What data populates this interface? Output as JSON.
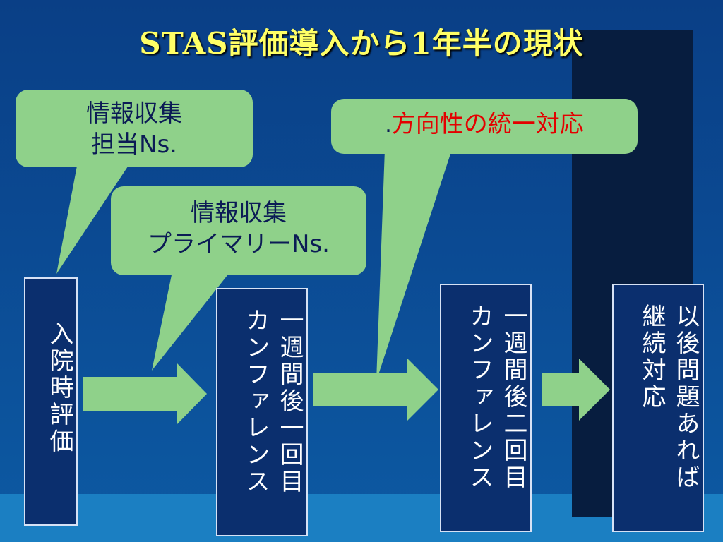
{
  "title": "STAS評価導入から1年半の現状",
  "bubbles": {
    "info_staff": {
      "line1": "情報収集",
      "line2": "担当Ns."
    },
    "info_primary": {
      "line1": "情報収集",
      "line2": "プライマリーNs."
    },
    "direction": {
      "dot": ".",
      "text": "方向性の統一対応"
    }
  },
  "stages": {
    "admission": {
      "text": "入院時評価"
    },
    "week1_conf": {
      "col1": "一週間後一回目",
      "col2": "カンファレンス"
    },
    "week2_conf": {
      "col1": "一週間後二回目",
      "col2": "カンファレンス"
    },
    "follow_up": {
      "col1": "以後問題あれば",
      "col2": "継続対応"
    }
  },
  "colors": {
    "title": "#ffff66",
    "bubble": "#8fd18a",
    "arrow": "#8fd18a",
    "box_bg": "#0b2f6e",
    "highlight_text": "#e40000"
  }
}
